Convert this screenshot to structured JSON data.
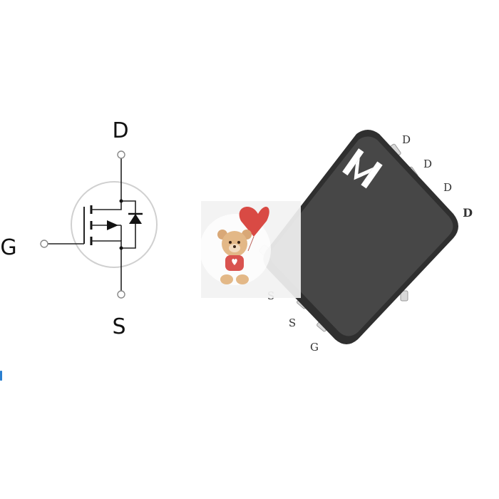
{
  "schematic": {
    "drain_label": "D",
    "gate_label": "G",
    "source_label": "S"
  },
  "package": {
    "pin_labels_right": [
      "D",
      "D",
      "D",
      "D"
    ],
    "pin_labels_left": [
      "S",
      "S",
      "G"
    ],
    "colors": {
      "body": "#2f2f2f",
      "body_top": "#4a4a4a",
      "pins": "#d8d8d8",
      "logo": "#ffffff"
    }
  },
  "sticker": {
    "name": "teddy-bear-with-heart-balloon"
  }
}
